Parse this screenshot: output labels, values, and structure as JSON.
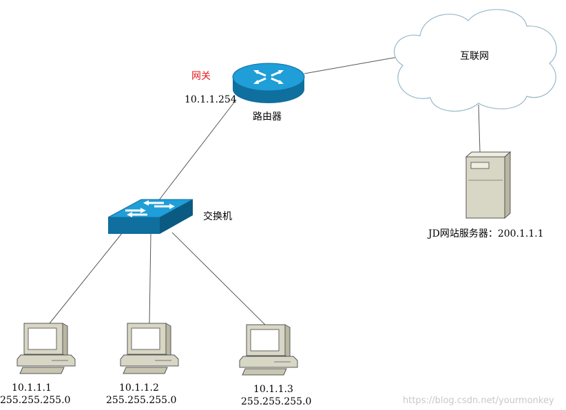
{
  "diagram": {
    "gateway_label": "网关",
    "gateway_ip": "10.1.1.254",
    "router_label": "路由器",
    "switch_label": "交换机",
    "internet_label": "互联网",
    "server_label": "JD网站服务器：200.1.1.1",
    "pcs": [
      {
        "ip": "10.1.1.1",
        "mask": "255.255.255.0"
      },
      {
        "ip": "10.1.1.2",
        "mask": "255.255.255.0"
      },
      {
        "ip": "10.1.1.3",
        "mask": "255.255.255.0"
      }
    ],
    "watermark": "https://blog.csdn.net/yourmonkey"
  },
  "colors": {
    "device_blue": "#1f9ed8",
    "device_dark": "#0f6f9e",
    "line": "#555555",
    "pc_body": "#d8d6c4",
    "gateway_text": "#e8191d"
  }
}
